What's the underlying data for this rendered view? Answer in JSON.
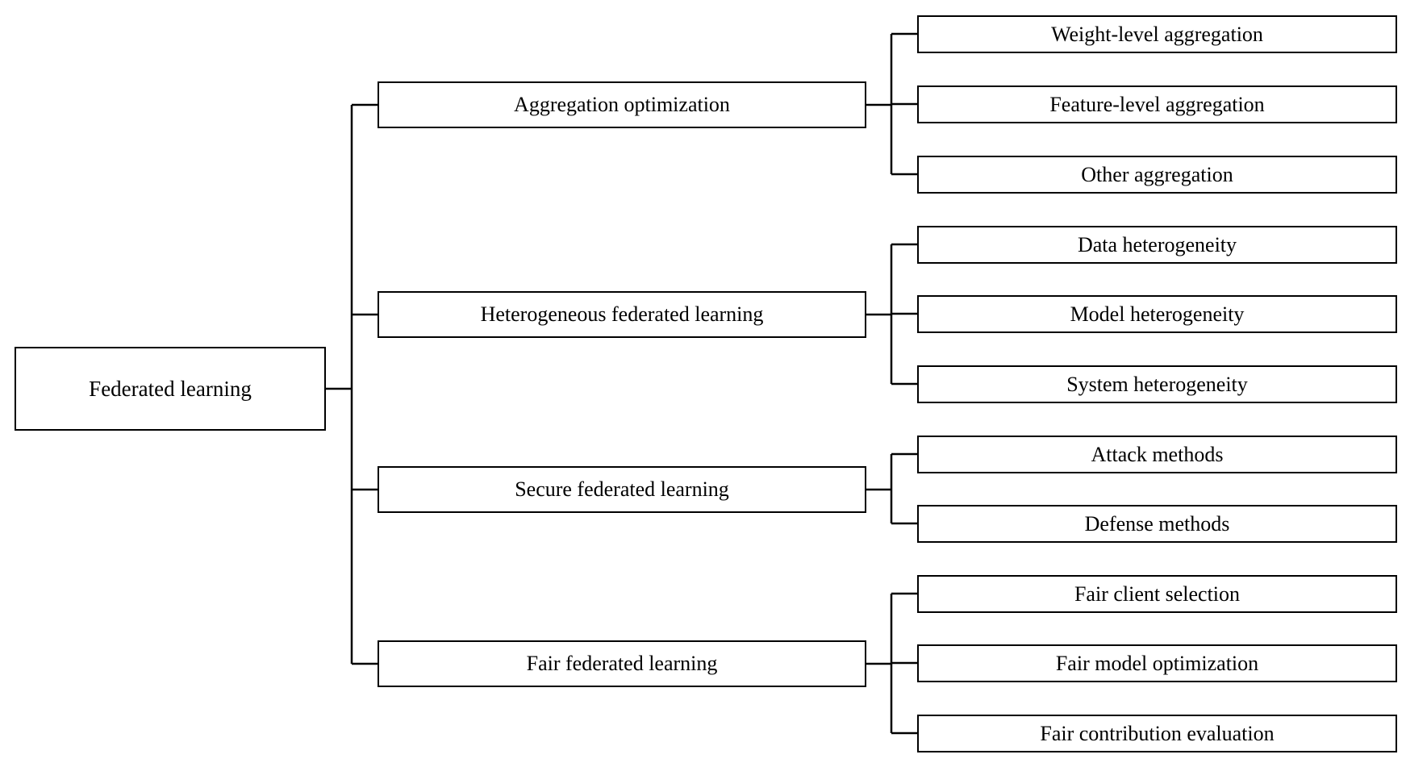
{
  "root": {
    "label": "Federated learning"
  },
  "categories": [
    {
      "label": "Aggregation optimization",
      "children": [
        "Weight-level aggregation",
        "Feature-level aggregation",
        "Other aggregation"
      ]
    },
    {
      "label": "Heterogeneous federated learning",
      "children": [
        "Data heterogeneity",
        "Model heterogeneity",
        "System heterogeneity"
      ]
    },
    {
      "label": "Secure federated learning",
      "children": [
        "Attack methods",
        "Defense methods"
      ]
    },
    {
      "label": "Fair federated learning",
      "children": [
        "Fair client selection",
        "Fair model optimization",
        "Fair contribution evaluation"
      ]
    }
  ]
}
